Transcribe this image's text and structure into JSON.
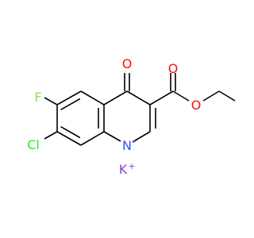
{
  "molecule": {
    "atoms": {
      "oxygen_keto": "O",
      "oxygen_carbonyl": "O",
      "oxygen_ester": "O",
      "fluorine": "F",
      "chlorine": "Cl",
      "nitrogen": "N",
      "potassium": "K",
      "potassium_charge": "+"
    }
  },
  "colors": {
    "bond": "#000000",
    "oxygen": "#ff0d0d",
    "fluorine": "#90e050",
    "chlorine": "#1ff01f",
    "nitrogen": "#3050f8",
    "potassium": "#8f40d4"
  }
}
